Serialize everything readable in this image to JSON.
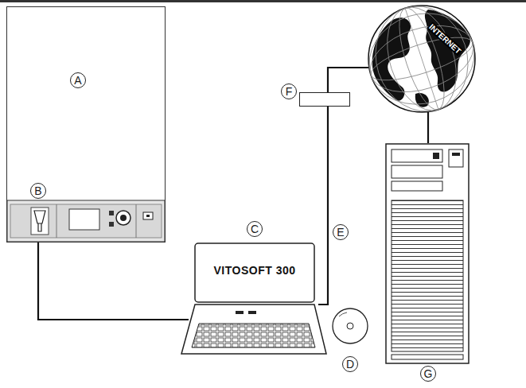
{
  "diagram": {
    "nodes": [
      {
        "text": [
          "A"
        ]
      },
      {
        "text": [
          "C",
          "VITOSOFT 300"
        ]
      },
      {
        "text": [
          "F"
        ]
      },
      {
        "text": [
          "INTERNET"
        ]
      },
      {
        "text": [
          "G"
        ]
      }
    ],
    "edges": [
      {
        "from": 0,
        "to": 1,
        "arrow": "none"
      },
      {
        "from": 1,
        "to": 2,
        "arrow": "none"
      },
      {
        "from": 2,
        "to": 3,
        "arrow": "none"
      },
      {
        "from": 3,
        "to": 4,
        "arrow": "none"
      }
    ],
    "labels": [
      "B",
      "E",
      "D"
    ]
  }
}
